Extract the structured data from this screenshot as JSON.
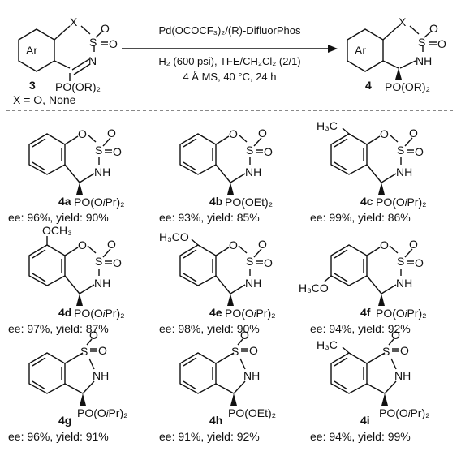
{
  "scheme": {
    "reactant_label": "3",
    "product_label": "4",
    "variable_note": "X = O, None",
    "conditions": {
      "catalyst": "Pd(OCOCF₃)₂/(R)-DifluorPhos",
      "line2": "H₂ (600 psi), TFE/CH₂Cl₂ (2/1)",
      "line3": "4 Å MS, 40 °C, 24 h"
    },
    "reactant_groups": {
      "ar": "Ar",
      "x": "X",
      "s": "S",
      "o1": "O",
      "o2": "O",
      "n": "N",
      "phos": "PO(OR)₂"
    },
    "product_groups": {
      "ar": "Ar",
      "x": "X",
      "s": "S",
      "o1": "O",
      "o2": "O",
      "nh": "NH",
      "phos": "PO(OR)₂"
    }
  },
  "compounds": [
    {
      "label": "4a",
      "result": "ee: 96%, yield: 90%",
      "ring_x": "O",
      "phos": "PO(OiPr)₂",
      "subst": ""
    },
    {
      "label": "4b",
      "result": "ee: 93%, yield: 85%",
      "ring_x": "O",
      "phos": "PO(OEt)₂",
      "subst": ""
    },
    {
      "label": "4c",
      "result": "ee: 99%, yield: 86%",
      "ring_x": "O",
      "phos": "PO(OiPr)₂",
      "subst": "H₃C"
    },
    {
      "label": "4d",
      "result": "ee: 97%, yield: 87%",
      "ring_x": "O",
      "phos": "PO(OiPr)₂",
      "subst": "OCH₃"
    },
    {
      "label": "4e",
      "result": "ee: 98%, yield: 90%",
      "ring_x": "O",
      "phos": "PO(OiPr)₂",
      "subst": "H₃CO"
    },
    {
      "label": "4f",
      "result": "ee: 94%, yield: 92%",
      "ring_x": "O",
      "phos": "PO(OiPr)₂",
      "subst": "H₃CO"
    },
    {
      "label": "4g",
      "result": "ee: 96%, yield: 91%",
      "ring_x": "",
      "phos": "PO(OiPr)₂",
      "subst": ""
    },
    {
      "label": "4h",
      "result": "ee: 91%, yield: 92%",
      "ring_x": "",
      "phos": "PO(OEt)₂",
      "subst": ""
    },
    {
      "label": "4i",
      "result": "ee: 94%, yield: 99%",
      "ring_x": "",
      "phos": "PO(OiPr)₂",
      "subst": "H₃C"
    }
  ],
  "atoms": {
    "s": "S",
    "o": "O",
    "nh": "NH"
  }
}
